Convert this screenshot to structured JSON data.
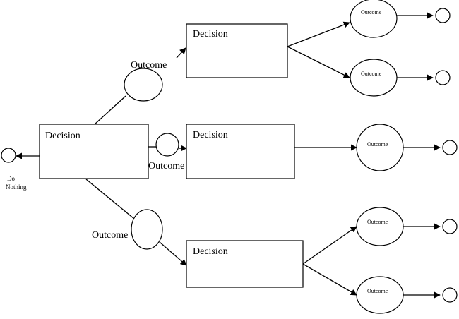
{
  "diagram": {
    "decision_label": "Decision",
    "outcome_label": "Outcome",
    "do_nothing_line1": "Do",
    "do_nothing_line2": "Nothing"
  }
}
